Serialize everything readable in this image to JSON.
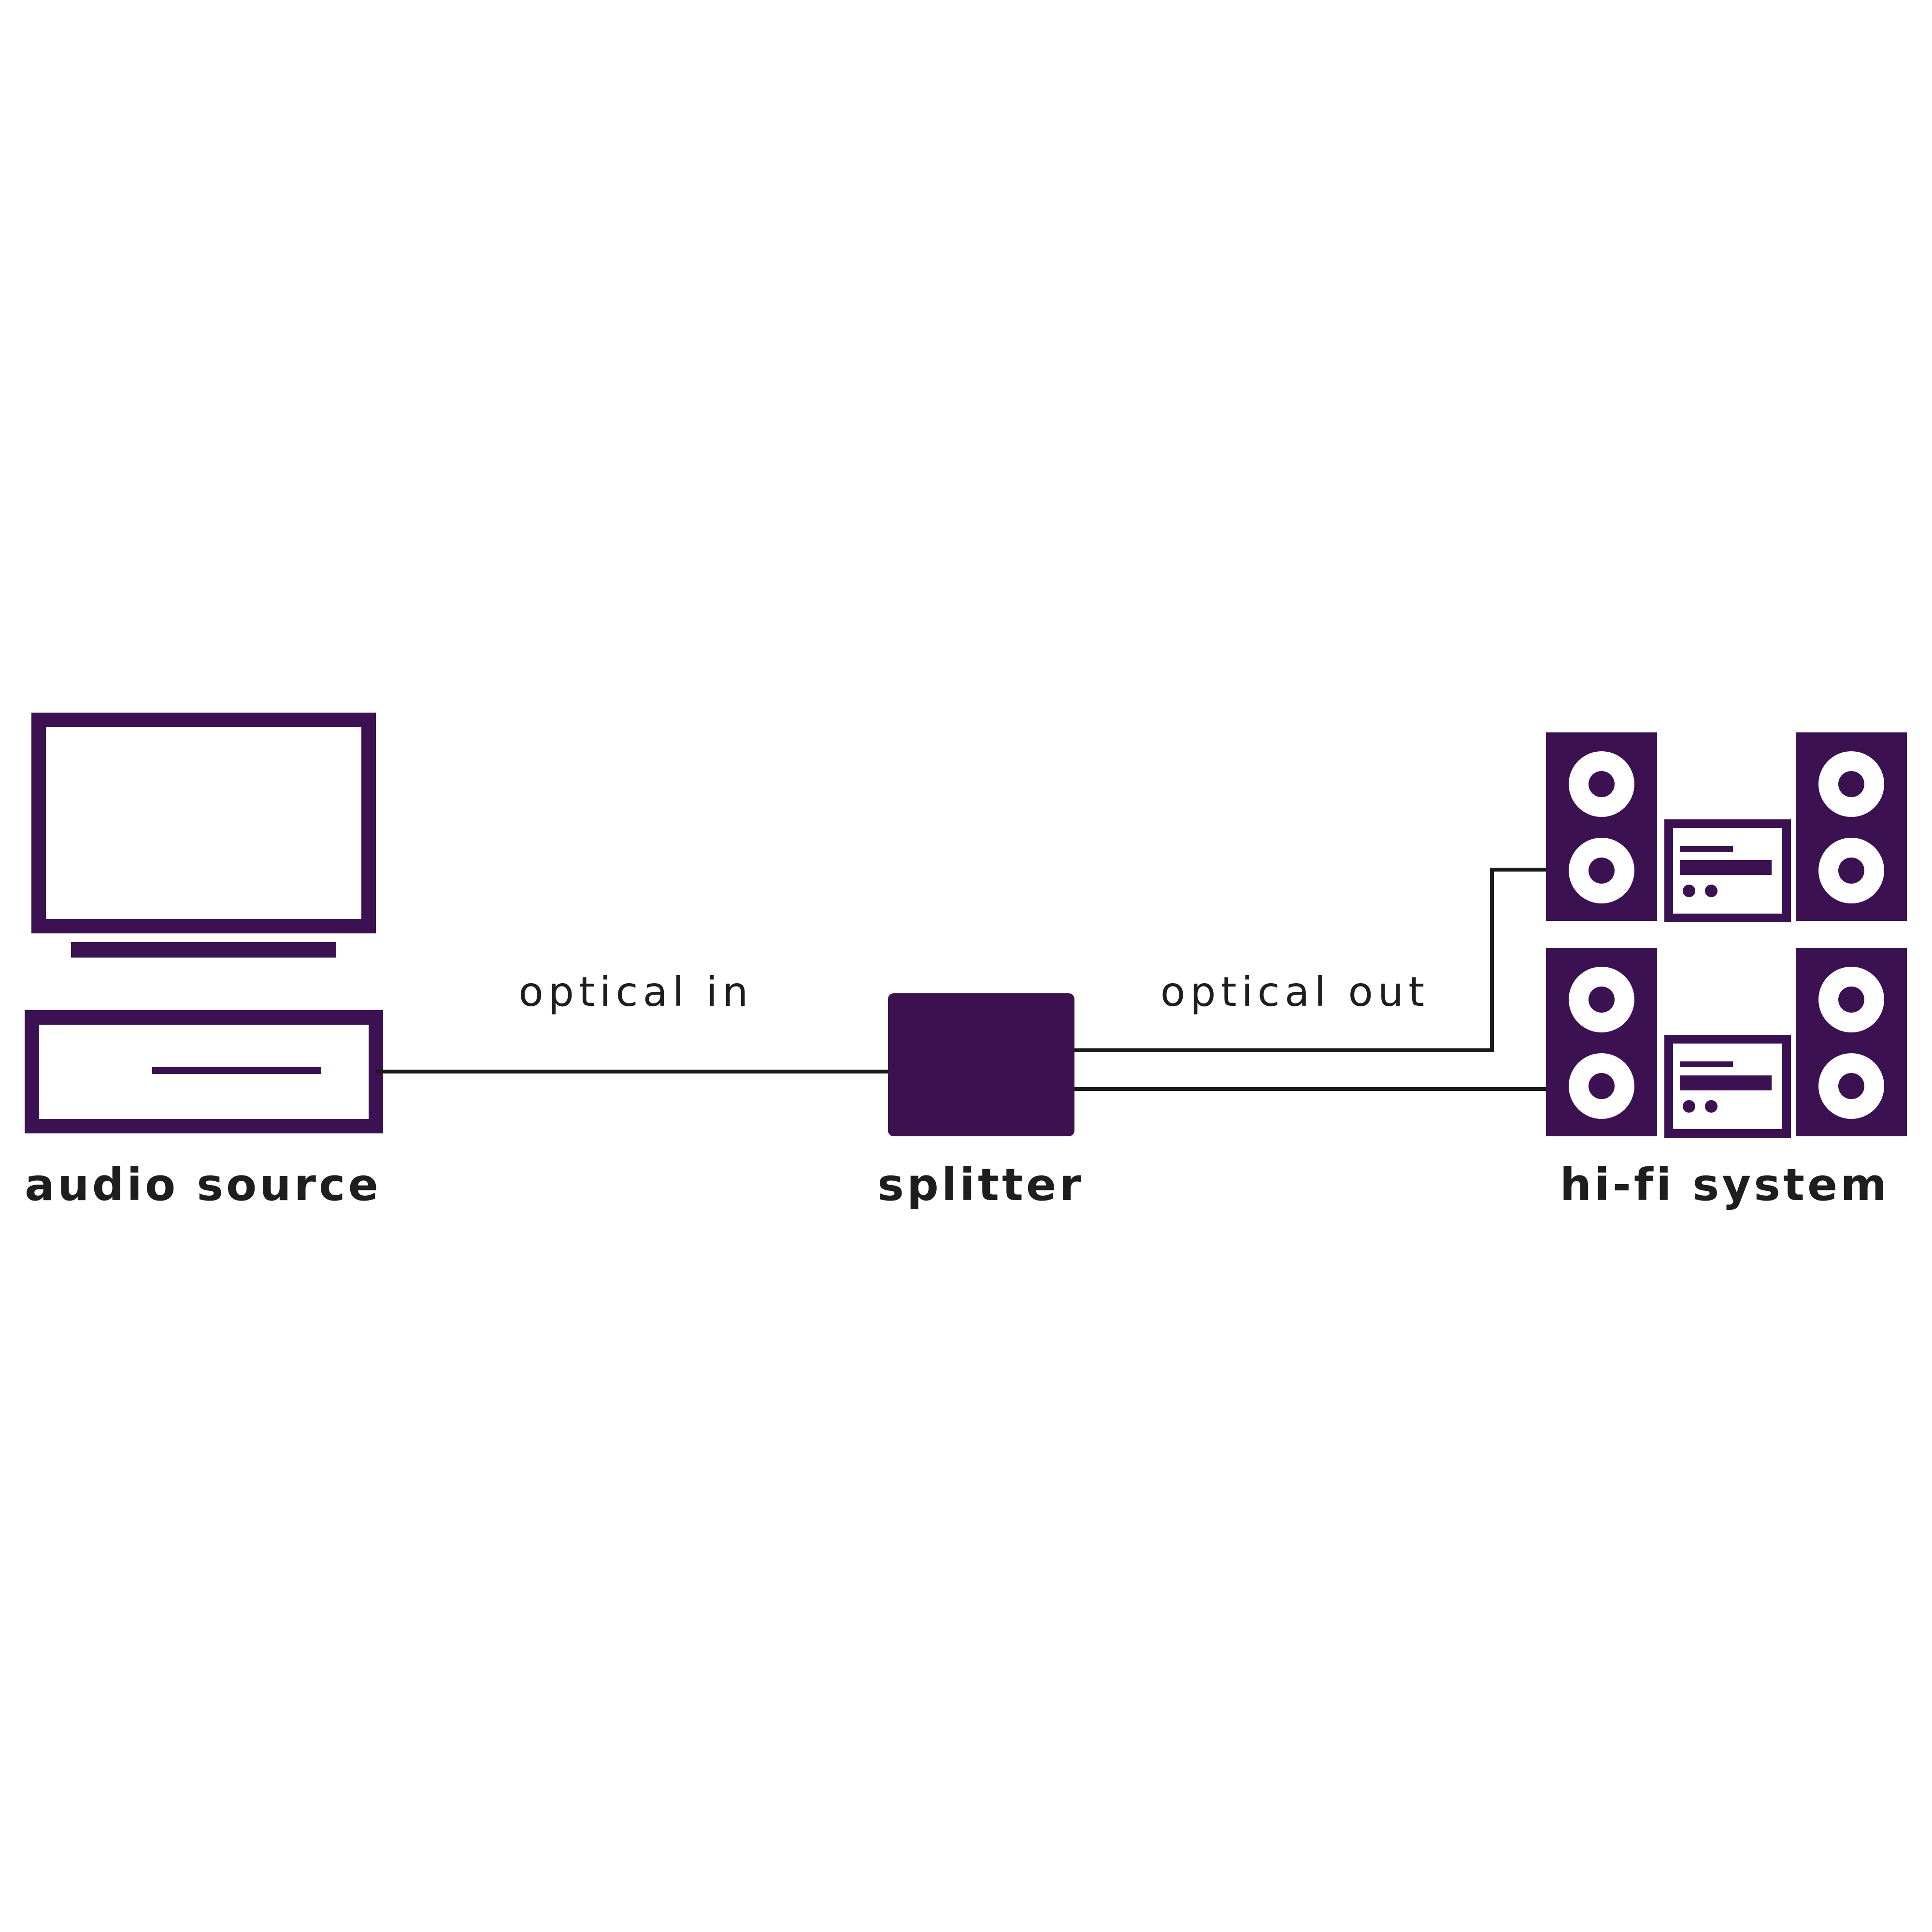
{
  "colors": {
    "primary": "#3b1152",
    "line": "#1a1a1a",
    "text": "#1e1e1e",
    "background": "#ffffff"
  },
  "nodes": {
    "source": {
      "label": "audio source",
      "icon": "tv-and-set-top-box-icon"
    },
    "splitter": {
      "label": "splitter",
      "icon": "splitter-box-icon"
    },
    "hifi": {
      "label": "hi-fi system",
      "icon": "hifi-stereo-icon"
    }
  },
  "connections": {
    "input": {
      "label": "optical in"
    },
    "output": {
      "label": "optical out"
    }
  }
}
